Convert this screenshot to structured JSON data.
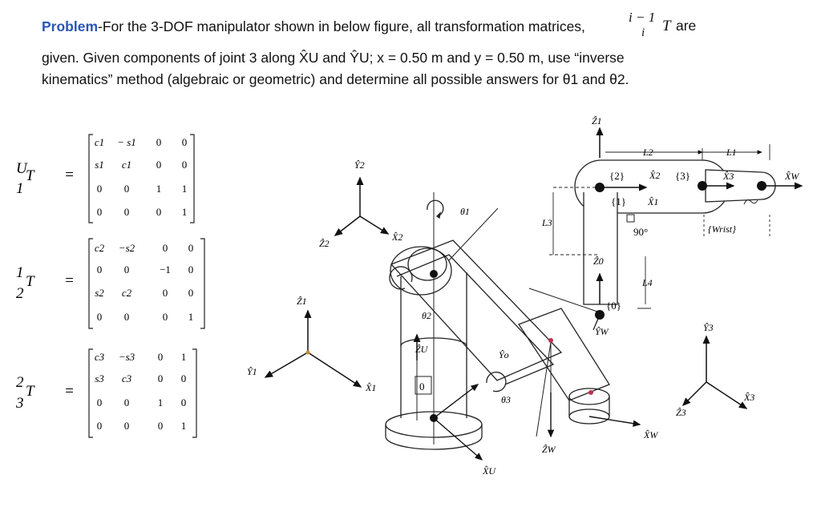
{
  "problem": {
    "keyword": "Problem",
    "line1": "-For the 3-DOF manipulator shown in below figure, all transformation matrices,",
    "line1_sup_top": "i − 1",
    "line1_sub": "i",
    "line1_T": "T",
    "line1_end": "are",
    "line2": "given. Given components of joint 3 along X̂U and ŶU; x = 0.50 m and y = 0.50 m, use “inverse",
    "line3": "kinematics” method (algebraic or geometric) and determine all possible answers for θ1 and θ2."
  },
  "matrices": [
    {
      "name": "U1T",
      "sup": "U",
      "sub": "1",
      "T": "T",
      "eq": "=",
      "rows": [
        [
          "c1",
          "− s1",
          "0",
          "0"
        ],
        [
          "s1",
          "c1",
          "0",
          "0"
        ],
        [
          "0",
          "0",
          "1",
          "1"
        ],
        [
          "0",
          "0",
          "0",
          "1"
        ]
      ]
    },
    {
      "name": "12T",
      "sup": "1",
      "sub": "2",
      "T": "T",
      "eq": "=",
      "rows": [
        [
          "c2",
          "−s2",
          "0",
          "0"
        ],
        [
          "0",
          "0",
          "−1",
          "0"
        ],
        [
          "s2",
          "c2",
          "0",
          "0"
        ],
        [
          "0",
          "0",
          "0",
          "1"
        ]
      ]
    },
    {
      "name": "23T",
      "sup": "2",
      "sub": "3",
      "T": "T",
      "eq": "=",
      "rows": [
        [
          "c3",
          "−s3",
          "0",
          "1"
        ],
        [
          "s3",
          "c3",
          "0",
          "0"
        ],
        [
          "0",
          "0",
          "1",
          "0"
        ],
        [
          "0",
          "0",
          "0",
          "1"
        ]
      ]
    }
  ],
  "figure_labels": {
    "y2": "Ŷ2",
    "x2": "X̂2",
    "z2": "Ẑ2",
    "z1": "Ẑ1",
    "y1": "Ŷ1",
    "x1": "X̂1",
    "theta1": "θ1",
    "theta2": "θ2",
    "theta3": "θ3",
    "zu": "ẐU",
    "zero": "0",
    "yo": "Ŷo",
    "xu": "X̂U",
    "zw": "ẐW",
    "side_z1": "Ẑ1",
    "L2": "L2",
    "L1": "L1",
    "frame2": "{2}",
    "x2b": "X̂2",
    "frame3": "{3}",
    "x3b": "X̂3",
    "xw": "X̂W",
    "frame1": "{1}",
    "x1b": "X̂1",
    "L3": "L3",
    "deg90": "90°",
    "wrist": "{Wrist}",
    "z0": "Ẑ0",
    "L4": "L4",
    "frame0": "{0}",
    "yw": "ŶW",
    "y3": "Ŷ3",
    "x3": "X̂3",
    "z3": "Ẑ3",
    "xw2": "X̂W"
  }
}
